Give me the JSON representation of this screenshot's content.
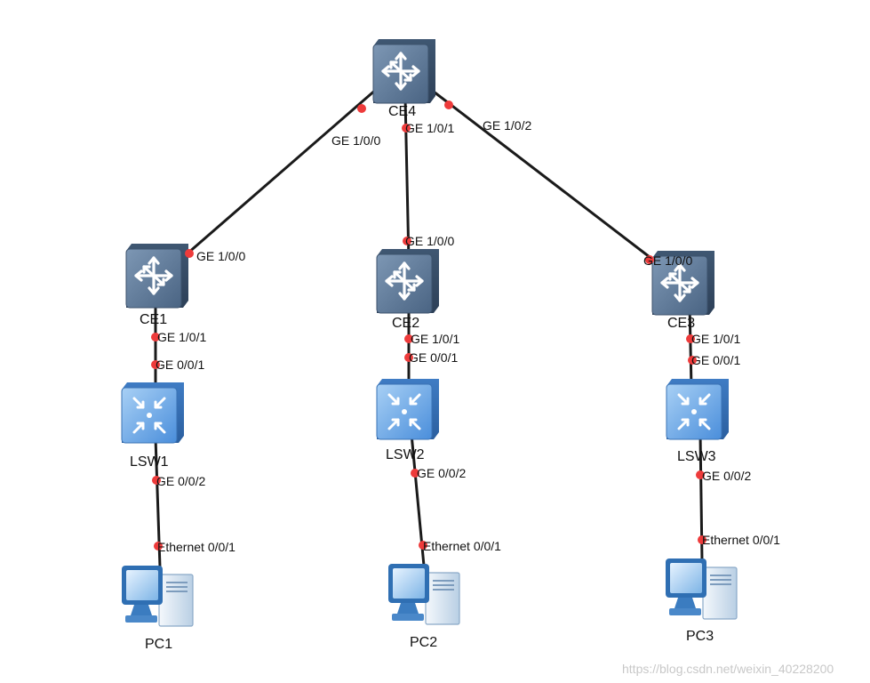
{
  "diagram": {
    "devices": [
      {
        "id": "CE4",
        "label": "CE4",
        "type": "router",
        "icon": "router-icon"
      },
      {
        "id": "CE1",
        "label": "CE1",
        "type": "router",
        "icon": "router-icon"
      },
      {
        "id": "CE2",
        "label": "CE2",
        "type": "router",
        "icon": "router-icon"
      },
      {
        "id": "CE3",
        "label": "CE3",
        "type": "router",
        "icon": "router-icon"
      },
      {
        "id": "LSW1",
        "label": "LSW1",
        "type": "switch",
        "icon": "switch-icon"
      },
      {
        "id": "LSW2",
        "label": "LSW2",
        "type": "switch",
        "icon": "switch-icon"
      },
      {
        "id": "LSW3",
        "label": "LSW3",
        "type": "switch",
        "icon": "switch-icon"
      },
      {
        "id": "PC1",
        "label": "PC1",
        "type": "pc",
        "icon": "pc-icon"
      },
      {
        "id": "PC2",
        "label": "PC2",
        "type": "pc",
        "icon": "pc-icon"
      },
      {
        "id": "PC3",
        "label": "PC3",
        "type": "pc",
        "icon": "pc-icon"
      }
    ],
    "links": [
      {
        "from": "CE4",
        "from_port": "GE 1/0/0",
        "to": "CE1",
        "to_port": "GE 1/0/0"
      },
      {
        "from": "CE4",
        "from_port": "GE 1/0/1",
        "to": "CE2",
        "to_port": "GE 1/0/0"
      },
      {
        "from": "CE4",
        "from_port": "GE 1/0/2",
        "to": "CE3",
        "to_port": "GE 1/0/0"
      },
      {
        "from": "CE1",
        "from_port": "GE 1/0/1",
        "to": "LSW1",
        "to_port": "GE 0/0/1"
      },
      {
        "from": "CE2",
        "from_port": "GE 1/0/1",
        "to": "LSW2",
        "to_port": "GE 0/0/1"
      },
      {
        "from": "CE3",
        "from_port": "GE 1/0/1",
        "to": "LSW3",
        "to_port": "GE 0/0/1"
      },
      {
        "from": "LSW1",
        "from_port": "GE 0/0/2",
        "to": "PC1",
        "to_port": "Ethernet 0/0/1"
      },
      {
        "from": "LSW2",
        "from_port": "GE 0/0/2",
        "to": "PC2",
        "to_port": "Ethernet 0/0/1"
      },
      {
        "from": "LSW3",
        "from_port": "GE 0/0/2",
        "to": "PC3",
        "to_port": "Ethernet 0/0/1"
      }
    ],
    "colors": {
      "router_body": "#5b7796",
      "switch_body": "#5d9be0",
      "pc_body": "#6fa8dc",
      "link": "#1a1a1a",
      "port_dot": "#ee3b3b"
    }
  },
  "watermark": "https://blog.csdn.net/weixin_40228200"
}
